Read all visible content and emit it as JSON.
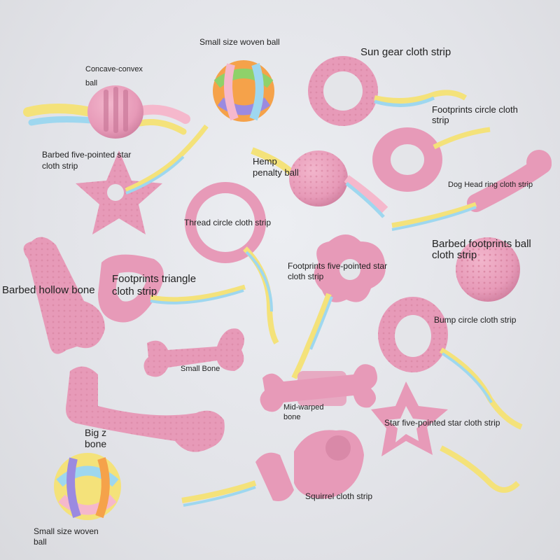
{
  "colors": {
    "background": "#e4e5e9",
    "toy_pink": "#e79ab8",
    "toy_pink_dark": "#c97898",
    "rope_yellow": "#f4e27a",
    "rope_blue": "#9ed7ef",
    "rope_pink": "#f5b8cc",
    "ball_green": "#8fd16a",
    "ball_orange": "#f5a24a",
    "ball_purple": "#9b8ae0"
  },
  "labels": {
    "concave_convex_ball_1": "Concave-convex",
    "concave_convex_ball_2": "ball",
    "woven_ball_top": "Small size woven ball",
    "sun_gear": "Sun gear cloth strip",
    "footprints_circle_1": "Footprints circle cloth",
    "footprints_circle_2": "strip",
    "barbed_star_1": "Barbed five-pointed star",
    "barbed_star_2": "cloth strip",
    "hemp_penalty_1": "Hemp",
    "hemp_penalty_2": "penalty ball",
    "dog_head_ring": "Dog Head ring cloth strip",
    "thread_circle": "Thread circle cloth strip",
    "barbed_footprints_1": "Barbed footprints ball",
    "barbed_footprints_2": "cloth strip",
    "barbed_hollow_bone": "Barbed hollow bone",
    "footprints_triangle_1": "Footprints triangle",
    "footprints_triangle_2": "cloth strip",
    "footprints_star_1": "Footprints five-pointed star",
    "footprints_star_2": "cloth strip",
    "bump_circle": "Bump circle cloth strip",
    "small_bone": "Small Bone",
    "mid_warped_1": "Mid-warped",
    "mid_warped_2": "bone",
    "big_z_1": "Big z",
    "big_z_2": "bone",
    "star_five_pointed": "Star five-pointed star cloth strip",
    "squirrel": "Squirrel cloth strip",
    "woven_ball_bottom_1": "Small size woven",
    "woven_ball_bottom_2": "ball"
  }
}
